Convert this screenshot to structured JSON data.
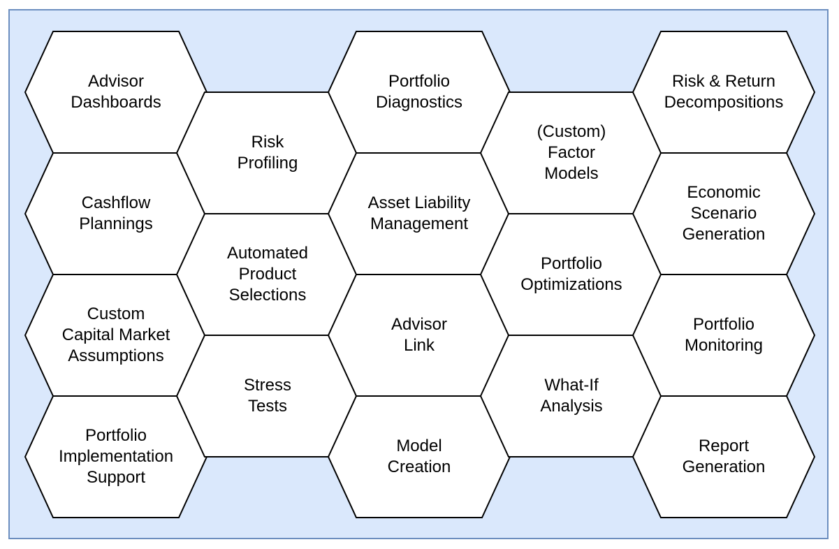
{
  "colors": {
    "frame_fill": "#dae8fc",
    "frame_border": "#6c8ebf",
    "hex_fill": "#ffffff",
    "hex_stroke": "#000000",
    "text": "#000000"
  },
  "hexagons": [
    {
      "id": "advisor-dashboards",
      "col": 0,
      "row": 0,
      "label": "Advisor\nDashboards"
    },
    {
      "id": "cashflow-plannings",
      "col": 0,
      "row": 1,
      "label": "Cashflow\nPlannings"
    },
    {
      "id": "custom-capital-market-assumptions",
      "col": 0,
      "row": 2,
      "label": "Custom\nCapital Market\nAssumptions"
    },
    {
      "id": "portfolio-implementation-support",
      "col": 0,
      "row": 3,
      "label": "Portfolio\nImplementation\nSupport"
    },
    {
      "id": "risk-profiling",
      "col": 1,
      "row": 0,
      "label": "Risk\nProfiling"
    },
    {
      "id": "automated-product-selections",
      "col": 1,
      "row": 1,
      "label": "Automated\nProduct\nSelections"
    },
    {
      "id": "stress-tests",
      "col": 1,
      "row": 2,
      "label": "Stress\nTests"
    },
    {
      "id": "portfolio-diagnostics",
      "col": 2,
      "row": 0,
      "label": "Portfolio\nDiagnostics"
    },
    {
      "id": "asset-liability-management",
      "col": 2,
      "row": 1,
      "label": "Asset Liability\nManagement"
    },
    {
      "id": "advisor-link",
      "col": 2,
      "row": 2,
      "label": "Advisor\nLink"
    },
    {
      "id": "model-creation",
      "col": 2,
      "row": 3,
      "label": "Model\nCreation"
    },
    {
      "id": "custom-factor-models",
      "col": 3,
      "row": 0,
      "label": "(Custom)\nFactor\nModels"
    },
    {
      "id": "portfolio-optimizations",
      "col": 3,
      "row": 1,
      "label": "Portfolio\nOptimizations"
    },
    {
      "id": "what-if-analysis",
      "col": 3,
      "row": 2,
      "label": "What-If\nAnalysis"
    },
    {
      "id": "risk-return-decompositions",
      "col": 4,
      "row": 0,
      "label": "Risk & Return\nDecompositions"
    },
    {
      "id": "economic-scenario-generation",
      "col": 4,
      "row": 1,
      "label": "Economic\nScenario\nGeneration"
    },
    {
      "id": "portfolio-monitoring",
      "col": 4,
      "row": 2,
      "label": "Portfolio\nMonitoring"
    },
    {
      "id": "report-generation",
      "col": 4,
      "row": 3,
      "label": "Report\nGeneration"
    }
  ]
}
